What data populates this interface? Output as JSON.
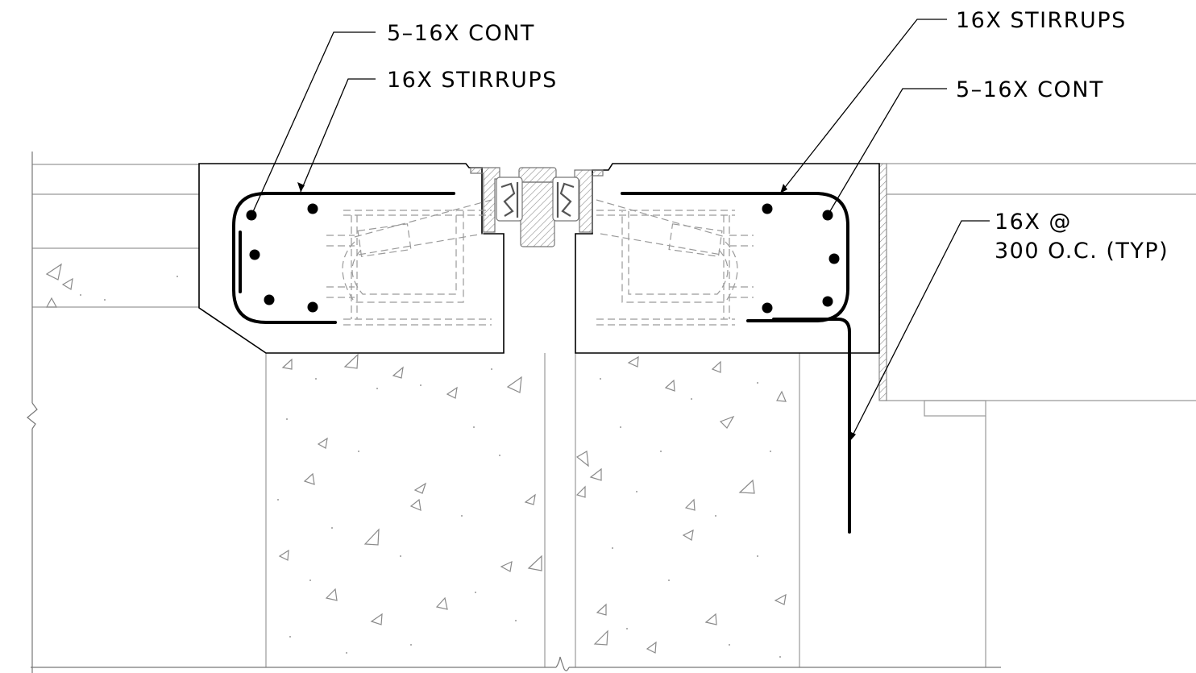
{
  "labels": {
    "left_cont": "5–16X  CONT",
    "left_stirrups": "16X  STIRRUPS",
    "right_stirrups": "16X  STIRRUPS",
    "right_cont": "5–16X  CONT",
    "dowel_line1": "16X  @",
    "dowel_line2": "300  O.C.  (TYP)"
  },
  "colors": {
    "linework": "#000000",
    "hidden_lines": "#9a9a9a",
    "concrete_outline": "#999999"
  }
}
